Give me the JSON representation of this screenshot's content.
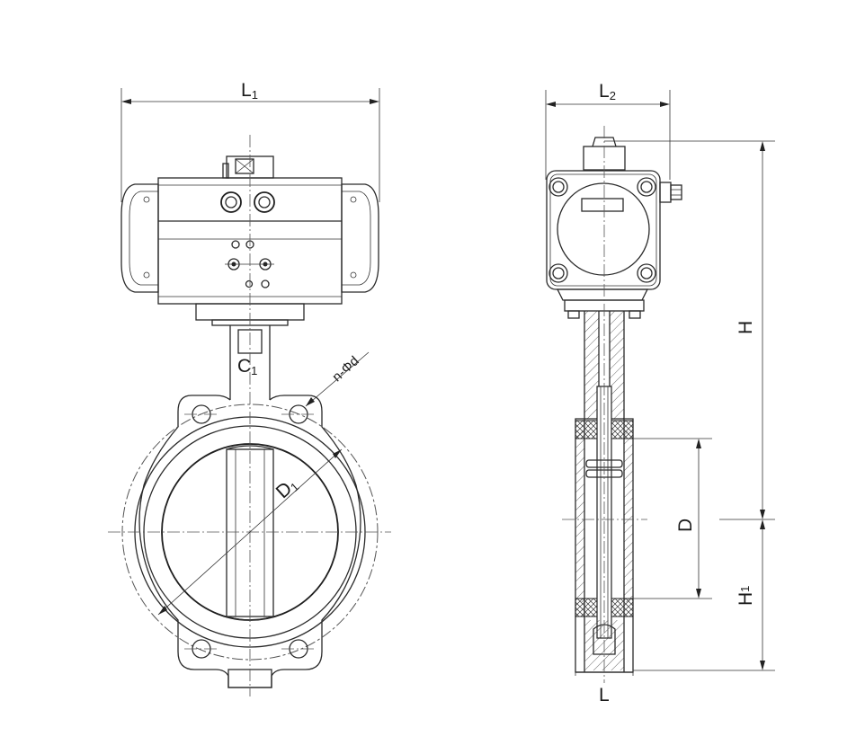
{
  "colors": {
    "line": "#2a2a2a",
    "background": "#ffffff"
  },
  "labels": {
    "L1": {
      "main": "L",
      "sub": "1"
    },
    "L2": {
      "main": "L",
      "sub": "2"
    },
    "C1": {
      "main": "C",
      "sub": "1"
    },
    "D1": {
      "main": "D",
      "sub": "1"
    },
    "H1": {
      "main": "H",
      "sub": "1"
    },
    "bolt": "n-Φd",
    "H": "H",
    "D": "D",
    "L": "L"
  }
}
